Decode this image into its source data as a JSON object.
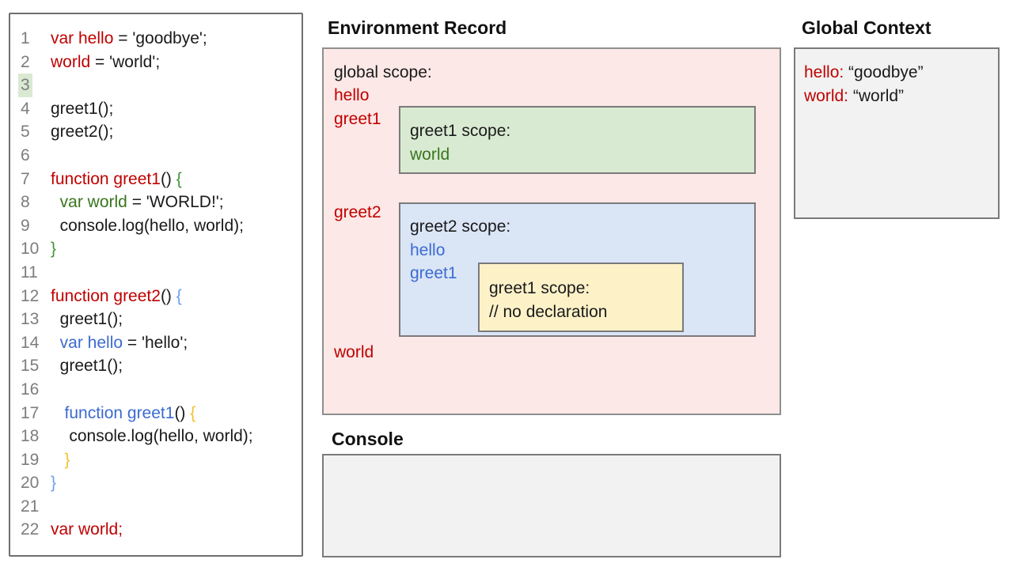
{
  "palette": {
    "text_red": "#c00000",
    "text_green": "#38761d",
    "text_blue": "#3c6bd1",
    "brace_green": "#3d9435",
    "brace_blue": "#6d9eeb",
    "brace_yellow": "#f1c232",
    "code_default": "#1a1a1a",
    "line_number": "#7d7d7d",
    "line_highlight_bg": "#d9e9d2",
    "pink_bg": "#fce8e6",
    "pink_border": "#8f8f8f",
    "green_bg": "#d9ead3",
    "blue_bg": "#dae5f6",
    "yellow_bg": "#fdf1c8",
    "gray_bg": "#f2f2f2",
    "box_border": "#7a7a7a",
    "panel_border": "#6f6f6f"
  },
  "code_panel": {
    "lines": [
      {
        "n": "1",
        "seg": [
          [
            "text_red",
            "var hello"
          ],
          [
            "code_default",
            " = 'goodbye';"
          ]
        ]
      },
      {
        "n": "2",
        "seg": [
          [
            "text_red",
            "world"
          ],
          [
            "code_default",
            " = 'world';"
          ]
        ]
      },
      {
        "n": "3",
        "hl": true,
        "seg": []
      },
      {
        "n": "4",
        "seg": [
          [
            "code_default",
            "greet1();"
          ]
        ]
      },
      {
        "n": "5",
        "seg": [
          [
            "code_default",
            "greet2();"
          ]
        ]
      },
      {
        "n": "6",
        "seg": []
      },
      {
        "n": "7",
        "seg": [
          [
            "text_red",
            "function greet1"
          ],
          [
            "code_default",
            "() "
          ],
          [
            "brace_green",
            "{"
          ]
        ]
      },
      {
        "n": "8",
        "seg": [
          [
            "text_green",
            "  var world"
          ],
          [
            "code_default",
            " = 'WORLD!';"
          ]
        ]
      },
      {
        "n": "9",
        "seg": [
          [
            "code_default",
            "  console.log(hello, world);"
          ]
        ]
      },
      {
        "n": "10",
        "seg": [
          [
            "brace_green",
            "}"
          ]
        ]
      },
      {
        "n": "11",
        "seg": []
      },
      {
        "n": "12",
        "seg": [
          [
            "text_red",
            "function greet2"
          ],
          [
            "code_default",
            "() "
          ],
          [
            "brace_blue",
            "{"
          ]
        ]
      },
      {
        "n": "13",
        "seg": [
          [
            "code_default",
            "  greet1();"
          ]
        ]
      },
      {
        "n": "14",
        "seg": [
          [
            "text_blue",
            "  var hello"
          ],
          [
            "code_default",
            " = 'hello';"
          ]
        ]
      },
      {
        "n": "15",
        "seg": [
          [
            "code_default",
            "  greet1();"
          ]
        ]
      },
      {
        "n": "16",
        "seg": []
      },
      {
        "n": "17",
        "seg": [
          [
            "text_blue",
            "   function greet1"
          ],
          [
            "code_default",
            "() "
          ],
          [
            "brace_yellow",
            "{"
          ]
        ]
      },
      {
        "n": "18",
        "seg": [
          [
            "code_default",
            "    console.log(hello, world);"
          ]
        ]
      },
      {
        "n": "19",
        "seg": [
          [
            "brace_yellow",
            "   }"
          ]
        ]
      },
      {
        "n": "20",
        "seg": [
          [
            "brace_blue",
            "}"
          ]
        ]
      },
      {
        "n": "21",
        "seg": []
      },
      {
        "n": "22",
        "seg": [
          [
            "text_red",
            "var world;"
          ]
        ]
      }
    ]
  },
  "environment_record": {
    "title": "Environment Record",
    "global_scope": {
      "label": "global scope:",
      "vars": [
        "hello",
        "greet1",
        "greet2",
        "world"
      ]
    },
    "greet1_scope": {
      "label": "greet1 scope:",
      "vars": [
        "world"
      ]
    },
    "greet2_scope": {
      "label": "greet2 scope:",
      "vars": [
        "hello",
        "greet1"
      ]
    },
    "greet1_inner_scope": {
      "label": "greet1 scope:",
      "comment": "// no declaration"
    }
  },
  "global_context": {
    "title": "Global Context",
    "entries": [
      {
        "name": "hello:",
        "value": "“goodbye”"
      },
      {
        "name": "world:",
        "value": "“world”"
      }
    ]
  },
  "console": {
    "title": "Console"
  }
}
